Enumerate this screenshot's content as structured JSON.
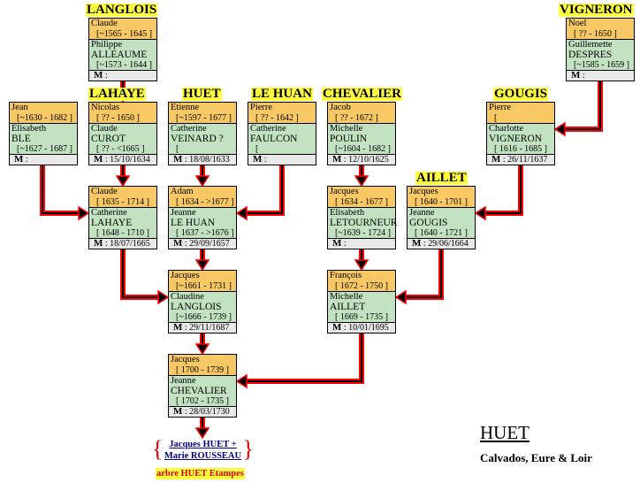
{
  "families": [
    {
      "id": "langlois",
      "surname": "LANGLOIS",
      "husband": "Claude",
      "husband_dates": "[~1565 - 1645 ]",
      "wife_first": "Philippe",
      "wife_last": "ALLEAUME",
      "wife_dates": "[~1573 - 1644 ]",
      "marriage": ""
    },
    {
      "id": "lahaye",
      "surname": "LAHAYE",
      "husband": "Jean",
      "husband_dates": "[~1630 - 1682 ]",
      "wife_first": "Elisabeth",
      "wife_last": "BLE",
      "wife_dates": "[~1627 - 1687 ]",
      "marriage": ""
    },
    {
      "id": "curot",
      "surname": "",
      "husband": "Nicolas",
      "husband_dates": "[ ?? - 1650 ]",
      "wife_first": "Claude",
      "wife_last": "CUROT",
      "wife_dates": "[ ?? - <1665 ]",
      "marriage": "15/10/1634"
    },
    {
      "id": "huet",
      "surname": "HUET",
      "husband": "Etienne",
      "husband_dates": "[~1597 - 1677 ]",
      "wife_first": "Catherine",
      "wife_last": "VEINARD ?",
      "wife_dates": "[",
      "marriage": "18/08/1633"
    },
    {
      "id": "lehuan",
      "surname": "LE HUAN",
      "husband": "Pierre",
      "husband_dates": "[ ?? - 1642 ]",
      "wife_first": "Catherine",
      "wife_last": "FAULCON",
      "wife_dates": "[",
      "marriage": ""
    },
    {
      "id": "chevalier",
      "surname": "CHEVALIER",
      "husband": "Jacob",
      "husband_dates": "[ ?? - 1672 ]",
      "wife_first": "Michelle",
      "wife_last": "POULIN",
      "wife_dates": "[~1604 - 1682 ]",
      "marriage": "12/10/1625"
    },
    {
      "id": "gougis",
      "surname": "GOUGIS",
      "husband": "Pierre",
      "husband_dates": "[",
      "wife_first": "Charlotte",
      "wife_last": "VIGNERON",
      "wife_dates": "[ 1616 - 1685 ]",
      "marriage": "26/11/1637"
    },
    {
      "id": "vigneron",
      "surname": "VIGNERON",
      "husband": "Noel",
      "husband_dates": "[ ?? - 1650 ]",
      "wife_first": "Guillemette",
      "wife_last": "DESPRES",
      "wife_dates": "[~1585 - 1659 ]",
      "marriage": ""
    },
    {
      "id": "lahaye2",
      "surname": "",
      "husband": "Claude",
      "husband_dates": "[ 1635 - 1714 ]",
      "wife_first": "Catherine",
      "wife_last": "LAHAYE",
      "wife_dates": "[ 1648 - 1710 ]",
      "marriage": "18/07/1665"
    },
    {
      "id": "lehuan2",
      "surname": "",
      "husband": "Adam",
      "husband_dates": "[ 1634 - >1677 ]",
      "wife_first": "Jeanne",
      "wife_last": "LE HUAN",
      "wife_dates": "[ 1637 - >1676 ]",
      "marriage": "29/09/1657"
    },
    {
      "id": "letourneur",
      "surname": "",
      "husband": "Jacques",
      "husband_dates": "[ 1634 - 1677 ]",
      "wife_first": "Elisabeth",
      "wife_last": "LETOURNEUR",
      "wife_dates": "[~1639 - 1724 ]",
      "marriage": ""
    },
    {
      "id": "aillet",
      "surname": "AILLET",
      "husband": "Jacques",
      "husband_dates": "[ 1640 - 1701 ]",
      "wife_first": "Jeanne",
      "wife_last": "GOUGIS",
      "wife_dates": "[ 1640 - 1721 ]",
      "marriage": "29/06/1664"
    },
    {
      "id": "langlois2",
      "surname": "",
      "husband": "Jacques",
      "husband_dates": "[~1661 - 1731 ]",
      "wife_first": "Claudine",
      "wife_last": "LANGLOIS",
      "wife_dates": "[~1666 - 1739 ]",
      "marriage": "29/11/1687"
    },
    {
      "id": "aillet2",
      "surname": "",
      "husband": "François",
      "husband_dates": "[ 1672 - 1750 ]",
      "wife_first": "Michelle",
      "wife_last": "AILLET",
      "wife_dates": "[ 1669 - 1735 ]",
      "marriage": "10/01/1695"
    },
    {
      "id": "chevalier2",
      "surname": "",
      "husband": "Jacques",
      "husband_dates": "[ 1700 - 1739 ]",
      "wife_first": "Jeanne",
      "wife_last": "CHEVALIER",
      "wife_dates": "[ 1702 - 1735 ]",
      "marriage": "28/03/1730"
    }
  ],
  "marriage_prefix": "M",
  "descendant": {
    "line1": "Jacques HUET +",
    "line2": "Marie ROUSSEAU",
    "brace_left": "{",
    "brace_right": "}"
  },
  "tree_link": "arbre HUET Etampes",
  "title": "HUET",
  "region": "Calvados, Eure & Loir",
  "colors": {
    "husband": "#f8c864",
    "wife": "#c2e2c2",
    "marriage": "#e8e8e8",
    "link": "#ff0000",
    "label_bg": "#ffff40"
  }
}
